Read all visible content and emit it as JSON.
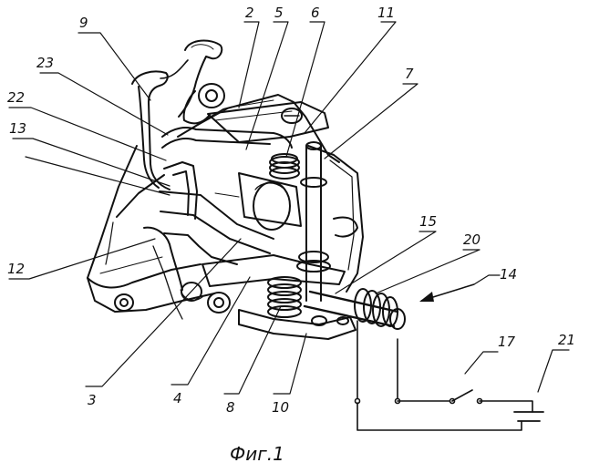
{
  "figure": {
    "caption": "Фиг.1",
    "labels": {
      "l1": "9",
      "l2": "2",
      "l3": "5",
      "l4": "6",
      "l5": "11",
      "l6": "7",
      "l7": "23",
      "l8": "22",
      "l9": "13",
      "l10": "12",
      "l11": "15",
      "l12": "20",
      "l13": "14",
      "l14": "17",
      "l15": "21",
      "l16": "3",
      "l17": "4",
      "l18": "8",
      "l19": "10"
    }
  }
}
